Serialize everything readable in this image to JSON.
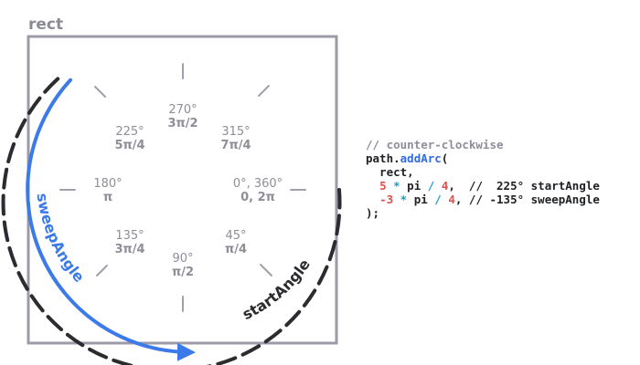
{
  "rect_label": "rect",
  "angles": [
    {
      "deg": "270°",
      "rad": "3π/2"
    },
    {
      "deg": "225°",
      "rad": "5π/4"
    },
    {
      "deg": "315°",
      "rad": "7π/4"
    },
    {
      "deg": "180°",
      "rad": "π"
    },
    {
      "deg": "0°, 360°",
      "rad": "0, 2π"
    },
    {
      "deg": "135°",
      "rad": "3π/4"
    },
    {
      "deg": "45°",
      "rad": "π/4"
    },
    {
      "deg": "90°",
      "rad": "π/2"
    }
  ],
  "arc_labels": {
    "sweep": "sweepAngle",
    "start": "startAngle"
  },
  "code": {
    "comment": "// counter-clockwise",
    "line2_obj": "path.",
    "line2_fn": "addArc",
    "line2_paren": "(",
    "line3": "  rect,",
    "line4_pre": "  ",
    "line4_num1": "5",
    "line4_op1": " * ",
    "line4_pi": "pi",
    "line4_op2": " / ",
    "line4_num2": "4",
    "line4_post": ",  //  225° startAngle",
    "line5_pre": "  ",
    "line5_num1": "-3",
    "line5_op1": " * ",
    "line5_pi": "pi",
    "line5_op2": " / ",
    "line5_num2": "4",
    "line5_post": ", // -135° sweepAngle",
    "line6": ");"
  },
  "colors": {
    "rect": "#9b9aa6",
    "tick": "#a0a0aa",
    "label": "#8e8e98",
    "sweep": "#3b7ae8",
    "start": "#2b2b30"
  }
}
